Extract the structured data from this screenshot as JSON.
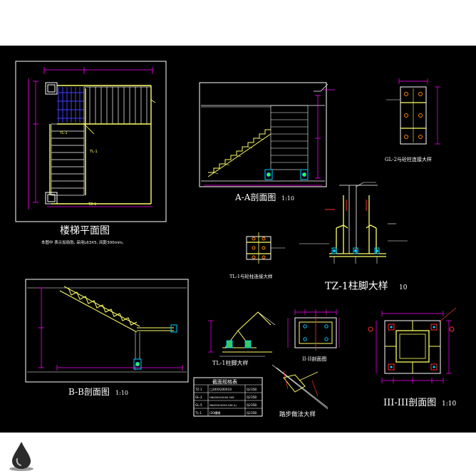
{
  "sheet": {
    "colors": {
      "background": "#000000",
      "frame": "#ffffff",
      "steel": "#ffff66",
      "dimension": "#ff00ff",
      "bolt": "#00ccff",
      "rebar": "#4040ff",
      "cutline": "#ff3030",
      "green": "#33ff33"
    }
  },
  "views": {
    "plan": {
      "title": "楼梯平面图",
      "note": "本图中      表示加劲肋, 采用L63X5, 间距300mm。",
      "tags": [
        "TL-1",
        "TL-1",
        "TZ-1"
      ]
    },
    "section_aa": {
      "title": "A-A剖面图",
      "scale": "1:10"
    },
    "section_bb": {
      "title": "B-B剖面图",
      "scale": "1:10"
    },
    "gl2_detail": {
      "title": "GL-2与砼柱连接大样"
    },
    "tl1_detail": {
      "title": "TL-1与砼柱连接大样"
    },
    "tz1_foot": {
      "title": "TZ-1柱脚大样",
      "scale": "10"
    },
    "tl1_foot": {
      "title": "TL-1柱脚大样"
    },
    "section_ii": {
      "title": "II-II剖面图"
    },
    "section_iii": {
      "title": "III-III剖面图",
      "scale": "1:10"
    },
    "step_detail": {
      "title": "踏步做法大样"
    }
  },
  "spec_table": {
    "title": "截面规格表",
    "rows": [
      [
        "TZ-1",
        "□200X200X10",
        "Q235B"
      ],
      [
        "GL-2",
        "HN200X100X5.5X8",
        "Q235B"
      ],
      [
        "GL-5",
        "HN200X100X5.5X8 (L)",
        "Q235B"
      ],
      [
        "TL-1",
        "[20槽钢",
        "Q235B"
      ]
    ]
  },
  "logo": {
    "icon": "ink-drop-icon"
  }
}
